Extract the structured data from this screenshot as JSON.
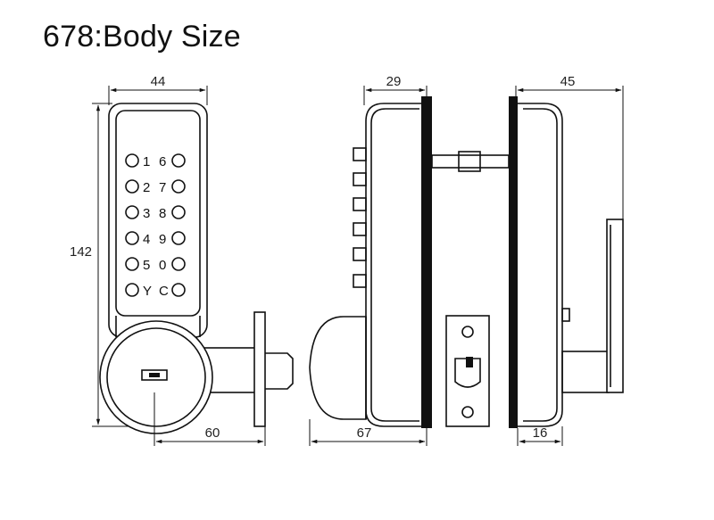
{
  "title": "678:Body Size",
  "dimensions": {
    "front_width": "44",
    "front_height": "142",
    "front_backset": "60",
    "side_depth": "29",
    "side_total": "67",
    "back_depth": "45",
    "back_handle": "16"
  },
  "keypad": {
    "left": [
      "1",
      "2",
      "3",
      "4",
      "5",
      "Y"
    ],
    "right": [
      "6",
      "7",
      "8",
      "9",
      "0",
      "C"
    ]
  }
}
